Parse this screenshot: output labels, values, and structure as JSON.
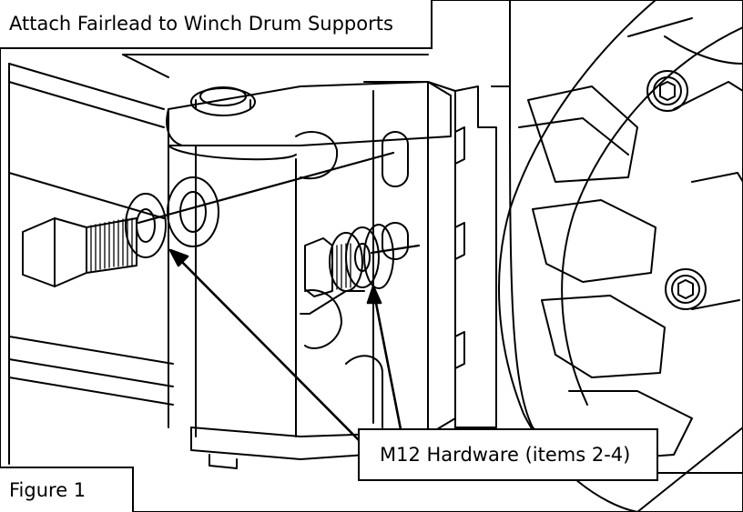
{
  "title": "Attach Fairlead to Winch Drum Supports",
  "callout": "M12 Hardware (items 2-4)",
  "figure_label": "Figure 1",
  "colors": {
    "line": "#000000",
    "background": "#ffffff"
  }
}
